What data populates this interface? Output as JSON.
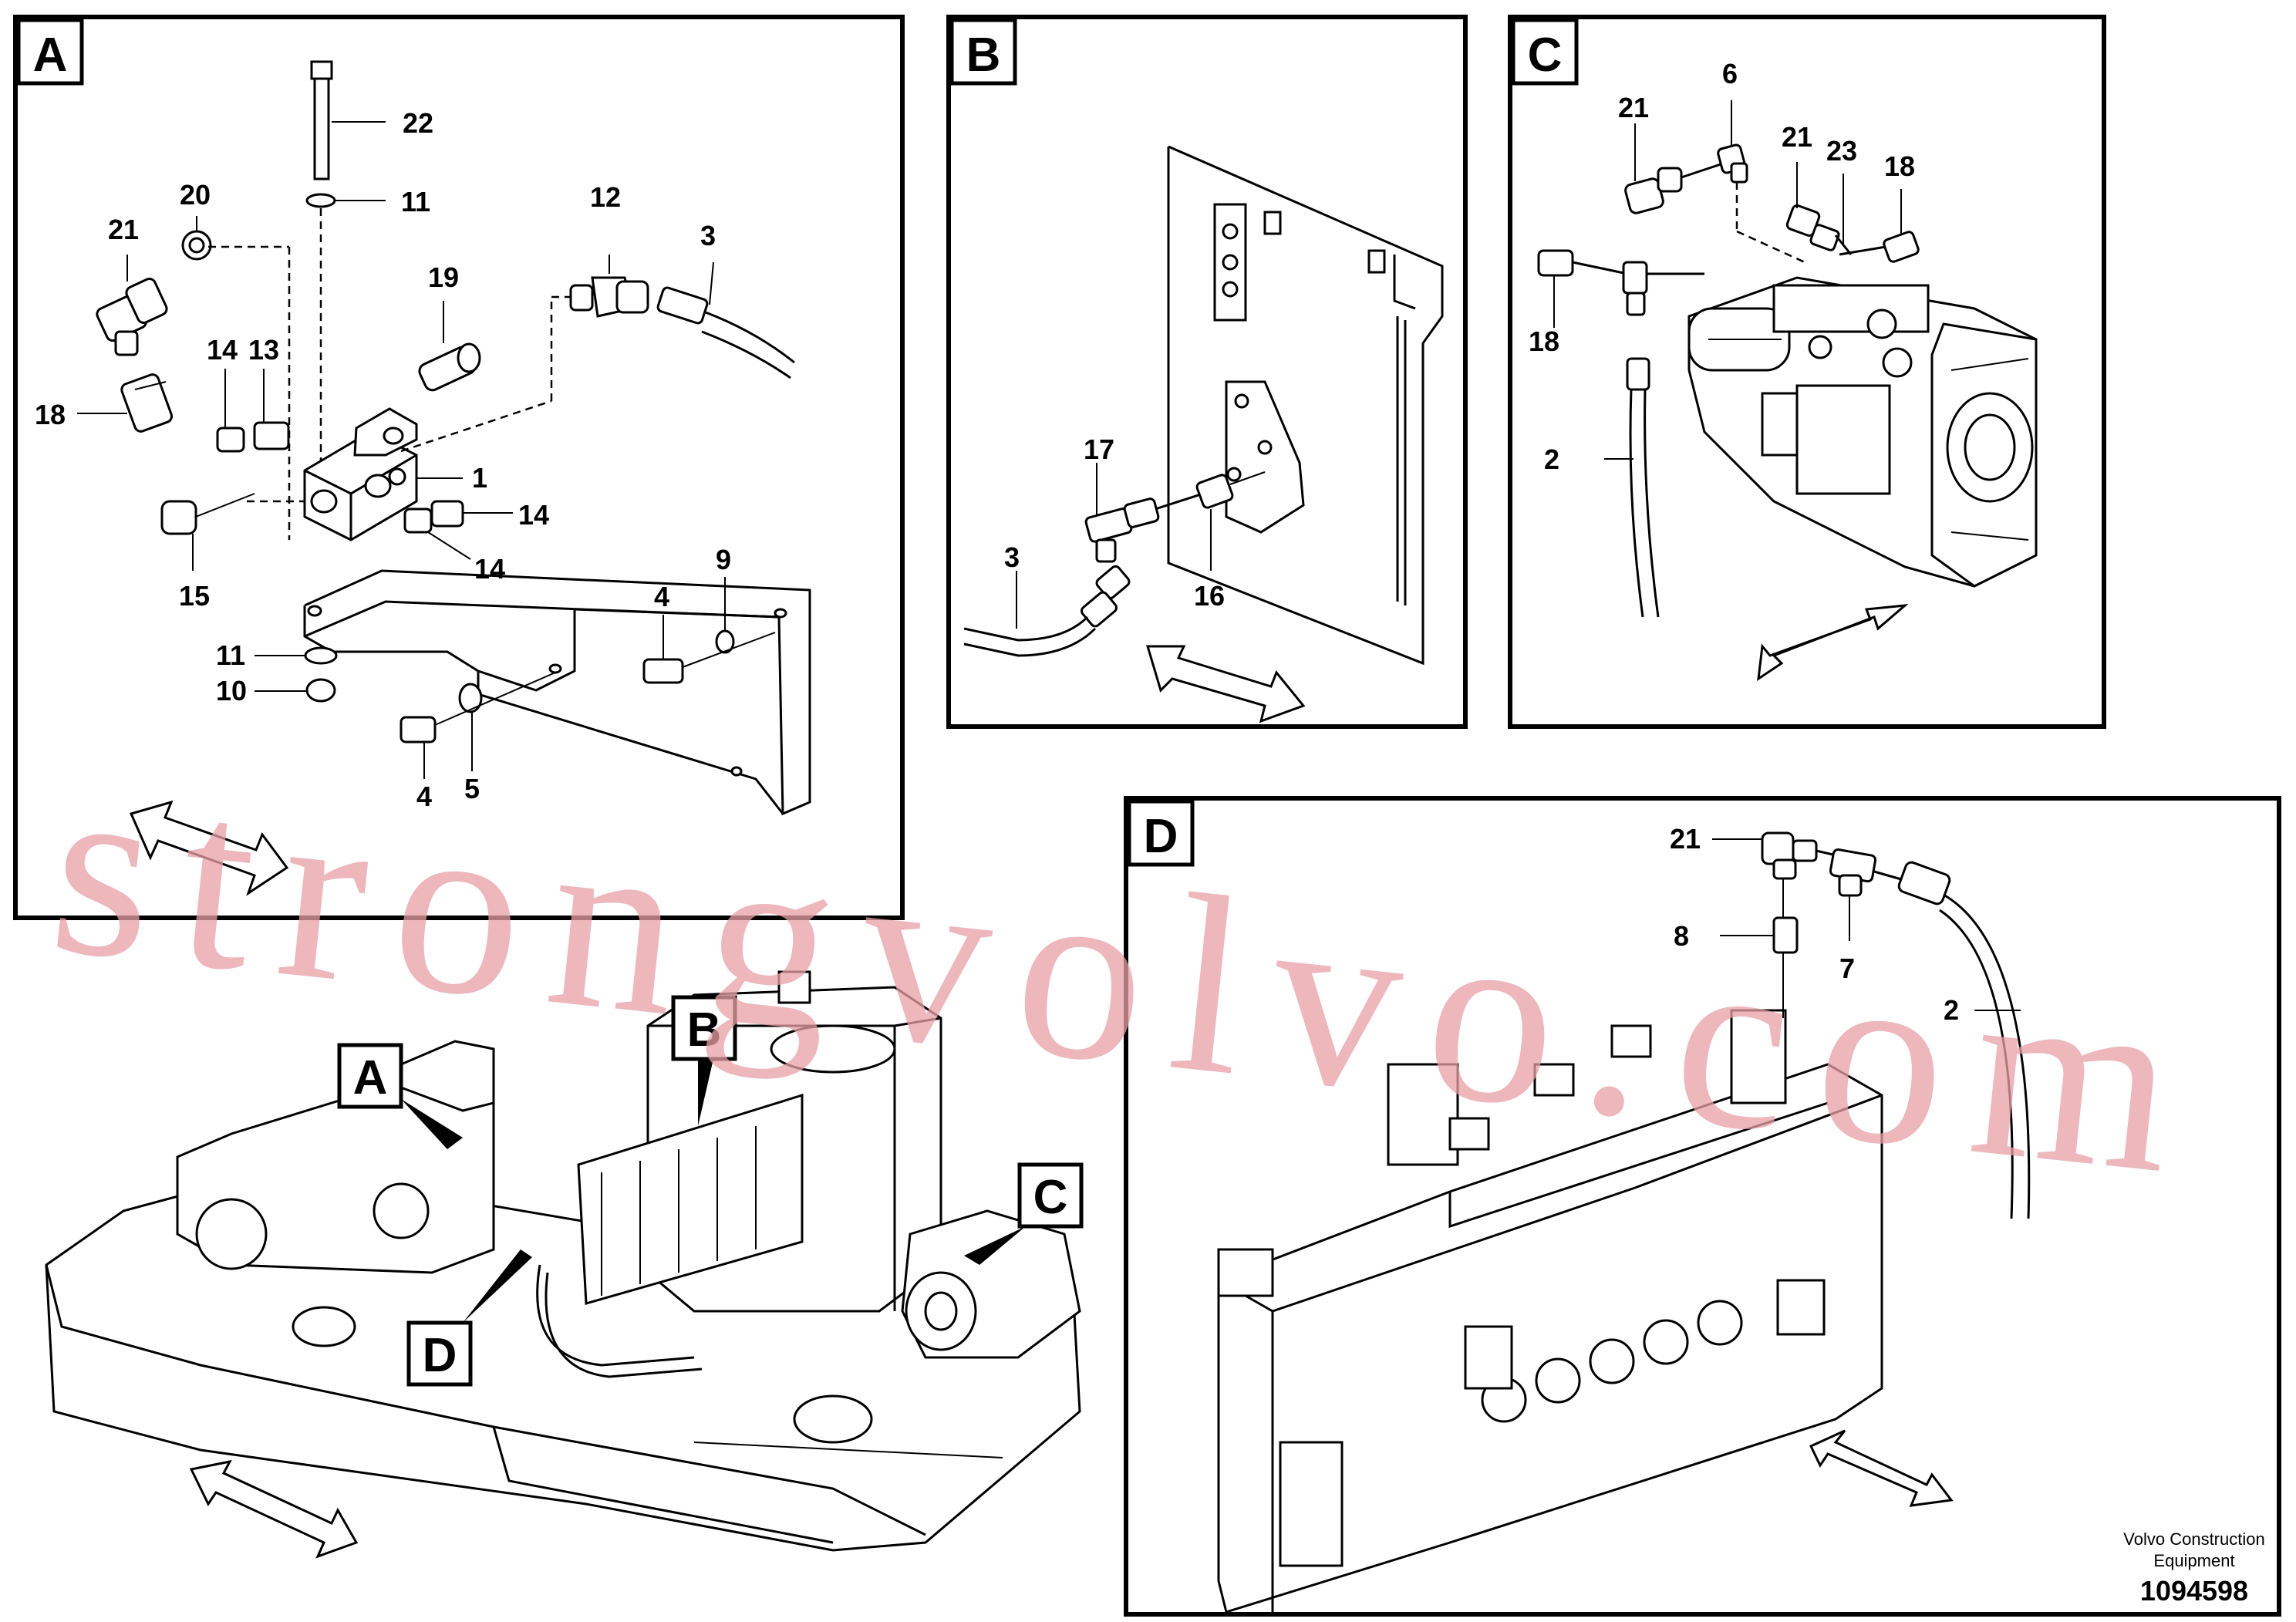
{
  "panels": {
    "a": {
      "letter": "A",
      "callouts": [
        "22",
        "11",
        "12",
        "3",
        "20",
        "21",
        "19",
        "14",
        "13",
        "18",
        "1",
        "14",
        "15",
        "14",
        "9",
        "4",
        "11",
        "10",
        "4",
        "5"
      ]
    },
    "b": {
      "letter": "B",
      "callouts": [
        "17",
        "3",
        "16"
      ]
    },
    "c": {
      "letter": "C",
      "callouts": [
        "6",
        "21",
        "21",
        "23",
        "18",
        "18",
        "2"
      ]
    },
    "d": {
      "letter": "D",
      "callouts": [
        "21",
        "8",
        "7",
        "2"
      ]
    }
  },
  "overview": {
    "labels": [
      "A",
      "B",
      "C",
      "D"
    ]
  },
  "watermark": "strongvolvo.com",
  "footer": {
    "company": "Volvo Construction Equipment",
    "company_line1": "Volvo Construction",
    "company_line2": "Equipment",
    "drawing_number": "1094598"
  },
  "colors": {
    "watermark": "#e8a0a6",
    "line": "#000000",
    "background": "#ffffff"
  }
}
